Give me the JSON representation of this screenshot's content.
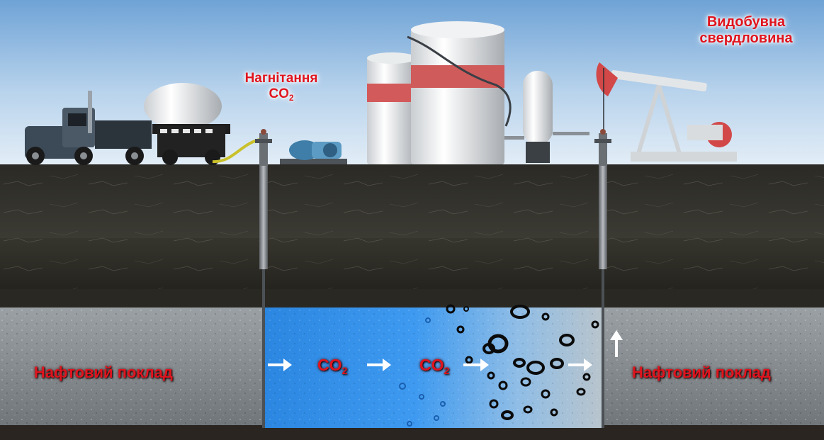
{
  "labels": {
    "injection_line1": "Нагнітання",
    "injection_co": "CO",
    "injection_sub": "2",
    "production_line1": "Видобувна",
    "production_line2": "свердловина",
    "reservoir_left": "Нафтовий поклад",
    "reservoir_right": "Нафтовий поклад",
    "co2_main": "CO",
    "co2_sub": "2"
  },
  "colors": {
    "label_red": "#e0141e",
    "sky_top": "#6fa3d6",
    "sky_bottom": "#dbe9f5",
    "rock_dark": "#2c2b26",
    "rock_mid": "#3a3830",
    "reservoir_gray": "#8d9296",
    "co2_blue": "#2f8de4",
    "oil_black": "#0b0b0b"
  },
  "icons": [
    "truck-icon",
    "tanker-icon",
    "pump-icon",
    "storage-tank-icon",
    "separator-icon",
    "pumpjack-icon",
    "wellhead-icon",
    "arrow-right-icon",
    "arrow-up-icon",
    "oil-droplet-icon",
    "co2-bubble-icon"
  ]
}
